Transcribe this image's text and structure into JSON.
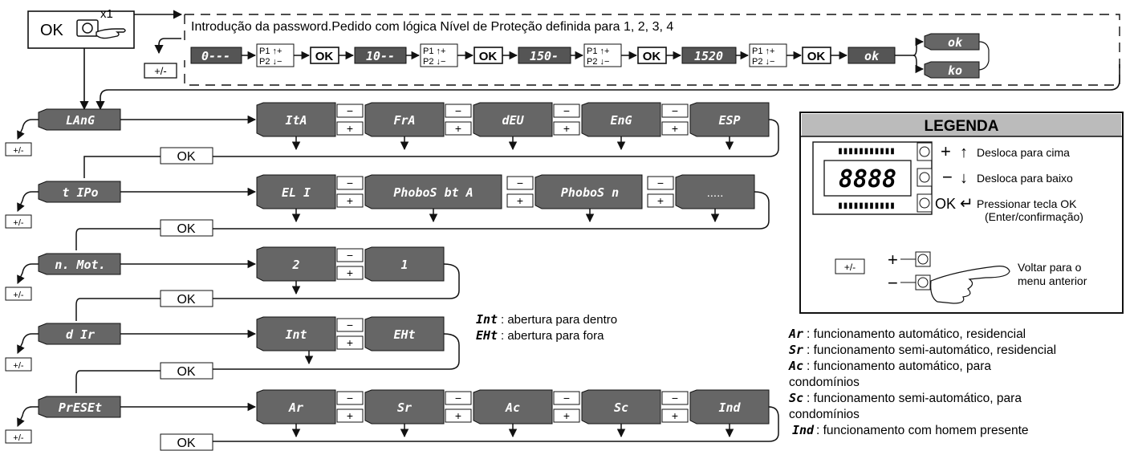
{
  "top": {
    "ok": "OK",
    "x1": "x1",
    "title": "Introdução da password.Pedido com lógica Nível de Proteção definida para 1, 2, 3, 4",
    "plusminus": "+/-",
    "seq": [
      "0---",
      "10--",
      "150-",
      "1520",
      "ok"
    ],
    "p_up": "P1 ↑+",
    "p_dn": "P2 ↓−",
    "ok_box": "OK",
    "res_ok": "ok",
    "res_ko": "ko"
  },
  "menus": [
    {
      "label": "LAnG",
      "opts": [
        "ItA",
        "FrA",
        "dEU",
        "EnG",
        "ESP"
      ]
    },
    {
      "label": "t IPo",
      "opts": [
        "EL I",
        "PhoboS bt A",
        "PhoboS n",
        "....."
      ]
    },
    {
      "label": "n. Mot.",
      "opts": [
        "2",
        "1"
      ]
    },
    {
      "label": "d Ir",
      "opts": [
        "Int",
        "EHt"
      ]
    },
    {
      "label": "PrESEt",
      "opts": [
        "Ar",
        "Sr",
        "Ac",
        "Sc",
        "Ind"
      ]
    }
  ],
  "ok_label": "OK",
  "back_label": "+/-",
  "minus": "−",
  "plus": "+",
  "dir_notes": [
    {
      "code": "Int",
      "text": ": abertura para dentro"
    },
    {
      "code": "EHt",
      "text": ": abertura para fora"
    }
  ],
  "legend": {
    "title": "LEGENDA",
    "display": "8888",
    "rows": [
      {
        "sym": "+",
        "arrow": "↑",
        "text": "Desloca para cima"
      },
      {
        "sym": "−",
        "arrow": "↓",
        "text": "Desloca para baixo"
      },
      {
        "sym": "OK",
        "arrow": "↵",
        "text": "Pressionar tecla OK"
      }
    ],
    "enter_note": "(Enter/confirmação)",
    "pm_label": "+/-",
    "back1": "Voltar para o",
    "back2": "menu anterior"
  },
  "preset_notes": [
    {
      "code": "Ar",
      "text": ": funcionamento automático, residencial"
    },
    {
      "code": "Sr",
      "text": ": funcionamento semi-automático, residencial"
    },
    {
      "code": "Ac",
      "text": ": funcionamento automático, para"
    },
    {
      "code": "",
      "text": "condomínios"
    },
    {
      "code": "Sc",
      "text": ": funcionamento semi-automático, para"
    },
    {
      "code": "",
      "text": "condomínios"
    },
    {
      "code": "Ind",
      "text": ": funcionamento  com homem presente"
    }
  ]
}
